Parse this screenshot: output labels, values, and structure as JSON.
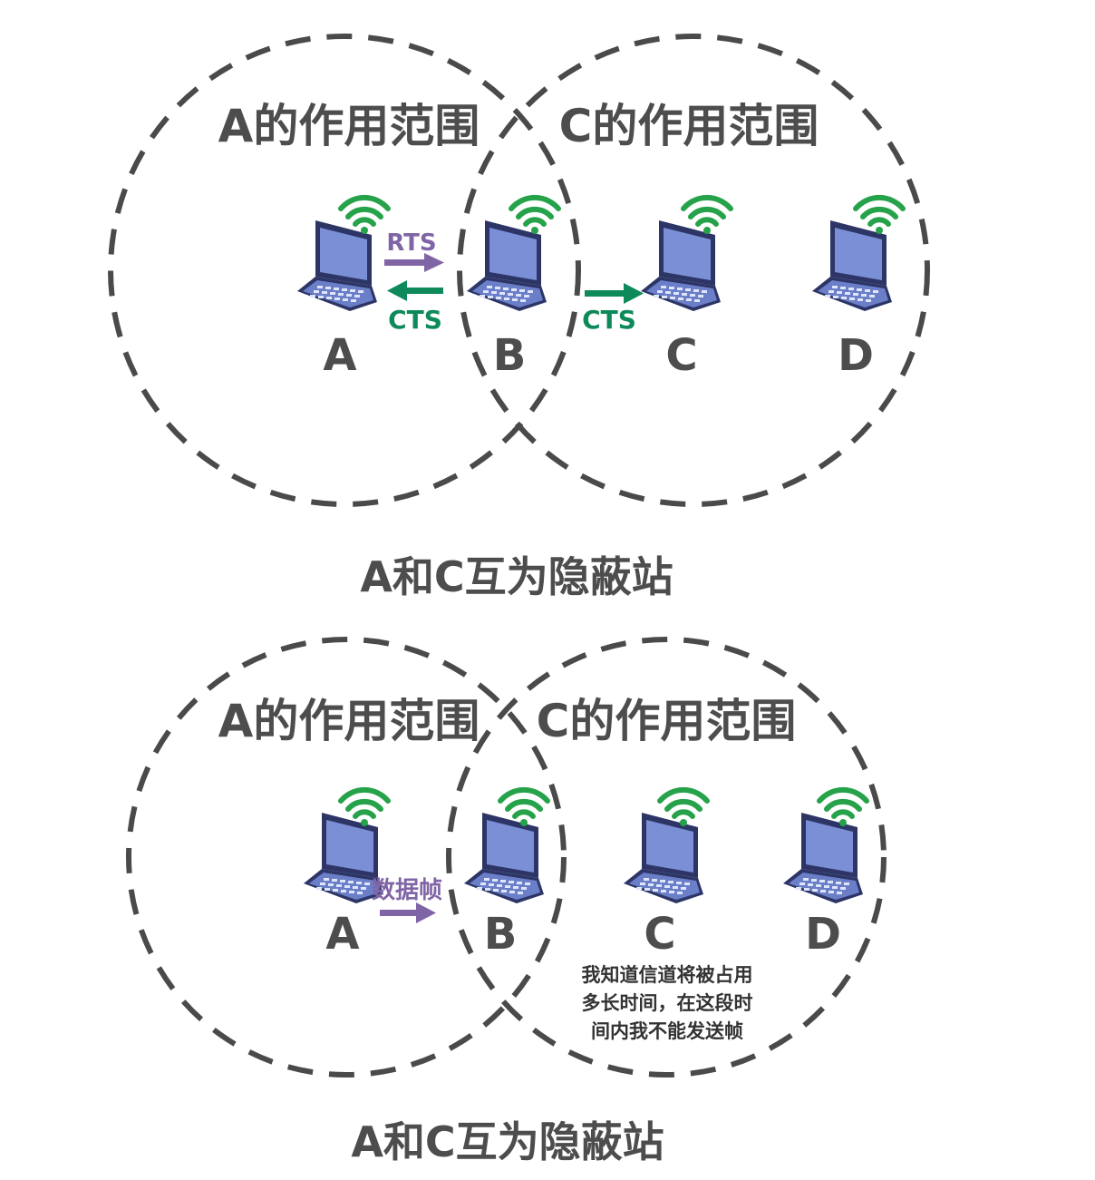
{
  "colors": {
    "circle_stroke": "#4a4a4a",
    "text_gray": "#4d4d4d",
    "rts_purple": "#8065a6",
    "cts_green": "#0e8a5a",
    "wifi_green": "#26a34a",
    "laptop_blue": "#6b7fc9"
  },
  "icons": [
    "laptop-icon",
    "wifi-signal-icon",
    "arrow-right-icon",
    "arrow-left-icon"
  ],
  "top": {
    "range_a": "A的作用范围",
    "range_c": "C的作用范围",
    "rts_label": "RTS",
    "cts_label_ab": "CTS",
    "cts_label_bc": "CTS",
    "nodes": [
      "A",
      "B",
      "C",
      "D"
    ],
    "caption": "A和C互为隐蔽站"
  },
  "bottom": {
    "range_a": "A的作用范围",
    "range_c": "C的作用范围",
    "data_frame_label": "数据帧",
    "nodes": [
      "A",
      "B",
      "C",
      "D"
    ],
    "note_lines": [
      "我知道信道将被占用",
      "多长时间，在这段时",
      "间内我不能发送帧"
    ],
    "caption": "A和C互为隐蔽站"
  }
}
